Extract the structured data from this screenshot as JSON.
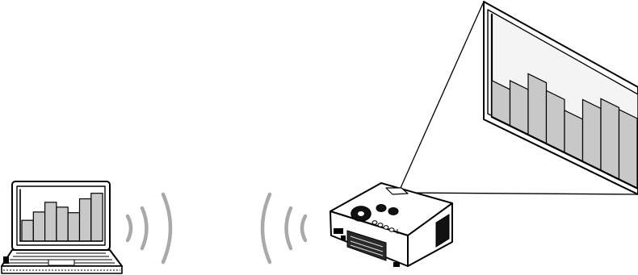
{
  "chart_data": [
    {
      "type": "bar",
      "name": "laptop-screen-chart",
      "values": [
        3.0,
        4.2,
        5.6,
        4.9,
        4.1,
        6.1,
        6.9
      ]
    },
    {
      "type": "bar",
      "name": "projection-screen-chart",
      "values": [
        3.7,
        4.6,
        6.2,
        5.4,
        4.3,
        6.3,
        7.3,
        7.1
      ]
    }
  ],
  "diagram": {
    "nodes": [
      "laptop",
      "projector",
      "projection-screen"
    ],
    "edges": [
      {
        "from": "laptop",
        "to": "projector",
        "type": "wireless-signal"
      },
      {
        "from": "projector",
        "to": "projection-screen",
        "type": "projected-light"
      }
    ]
  },
  "colors": {
    "line": "#000000",
    "bar_fill": "#c8c8c8",
    "signal_wave": "#a9a9a9",
    "device_body": "#ffffff"
  }
}
